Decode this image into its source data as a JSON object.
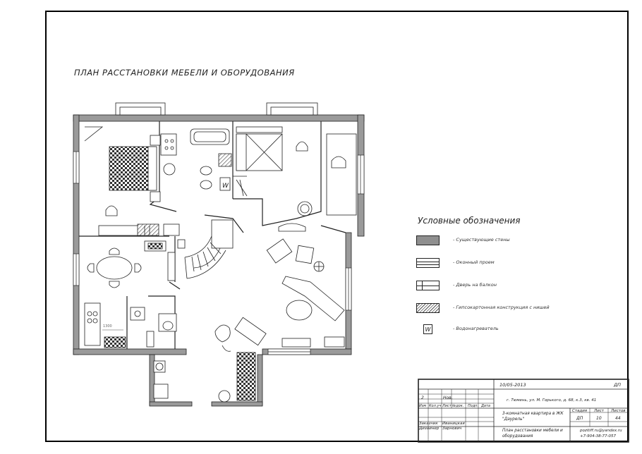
{
  "drawing": {
    "title": "ПЛАН РАССТАНОВКИ МЕБЕЛИ И ОБОРУДОВАНИЯ",
    "dimension_label": "1300"
  },
  "legend": {
    "title": "Условные обозначения",
    "items": [
      {
        "symbol": "walls",
        "label": "- Существующие стены"
      },
      {
        "symbol": "window",
        "label": "- Оконный проем"
      },
      {
        "symbol": "door",
        "label": "- Дверь на балкон"
      },
      {
        "symbol": "gypsum",
        "label": "- Гипсокартонная конструкция с нишей"
      },
      {
        "symbol": "heater",
        "symbol_text": "W",
        "label": "- Водонагреватель"
      }
    ]
  },
  "title_block": {
    "date": "10/05-2013",
    "code": "ДП",
    "address": "г. Тюмень, ул. М. Горького, д. 68, к.3, кв. 41",
    "row_num": "2",
    "row_status": "Нов.",
    "columns": [
      "Изм",
      "Кол.уч",
      "Лист",
      "№док.",
      "Подп.",
      "Дата"
    ],
    "project_desc": "3-комнатная квартира в ЖК \"Даурель\"",
    "stage_header": "Стадия",
    "sheet_header": "Лист",
    "sheets_header": "Листов",
    "stage": "ДП",
    "sheet": "10",
    "sheets": "44",
    "customer_label": "Заказчик",
    "customer": "Иваницкая",
    "designer_label": "Дизайнер",
    "designer": "Зарнович",
    "sheet_title": "План расстановки мебели и оборудования",
    "contact": "pozitiff.ru@yandex.ru +7-904-38-77-057"
  }
}
